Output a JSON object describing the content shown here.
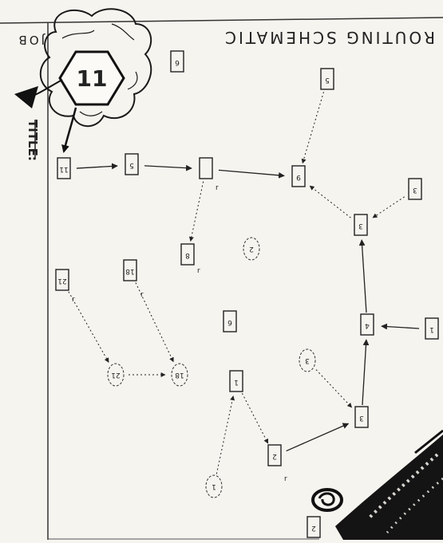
{
  "header": {
    "title": "ROUTING SCHEMATIC",
    "job_label": "JOB",
    "title_label": "TITLE:"
  },
  "callout": {
    "number": "11"
  },
  "nodes": [
    {
      "id": "a",
      "label": "6"
    },
    {
      "id": "b",
      "label": "5"
    },
    {
      "id": "c",
      "label": "11"
    },
    {
      "id": "d",
      "label": "5"
    },
    {
      "id": "e",
      "label": ""
    },
    {
      "id": "f",
      "label": "9"
    },
    {
      "id": "g",
      "label": "3"
    },
    {
      "id": "h",
      "label": "3"
    },
    {
      "id": "i",
      "label": "8"
    },
    {
      "id": "j",
      "label": "2"
    },
    {
      "id": "k",
      "label": "21"
    },
    {
      "id": "l",
      "label": "18"
    },
    {
      "id": "m",
      "label": "6"
    },
    {
      "id": "n",
      "label": "4"
    },
    {
      "id": "o",
      "label": "1"
    },
    {
      "id": "p",
      "label": "21"
    },
    {
      "id": "q",
      "label": "18"
    },
    {
      "id": "r",
      "label": "3"
    },
    {
      "id": "s",
      "label": "1"
    },
    {
      "id": "t",
      "label": "3"
    },
    {
      "id": "u",
      "label": "2"
    },
    {
      "id": "v",
      "label": "1"
    },
    {
      "id": "w",
      "label": "2"
    }
  ],
  "edges": [
    {
      "from": "c",
      "to": "d",
      "style": "solid"
    },
    {
      "from": "d",
      "to": "e",
      "style": "solid"
    },
    {
      "from": "e",
      "to": "f",
      "style": "solid"
    },
    {
      "from": "b",
      "to": "f",
      "style": "dotted"
    },
    {
      "from": "g",
      "to": "f",
      "style": "dotted"
    },
    {
      "from": "h",
      "to": "g",
      "style": "dotted"
    },
    {
      "from": "n",
      "to": "g",
      "style": "solid"
    },
    {
      "from": "s",
      "to": "n",
      "style": "solid"
    },
    {
      "from": "t",
      "to": "n",
      "style": "solid"
    },
    {
      "from": "r",
      "to": "t",
      "style": "dotted"
    },
    {
      "from": "u",
      "to": "t",
      "style": "solid"
    },
    {
      "from": "o",
      "to": "u",
      "style": "dotted"
    },
    {
      "from": "v",
      "to": "o",
      "style": "dotted"
    },
    {
      "from": "e",
      "to": "i",
      "style": "dotted"
    },
    {
      "from": "k",
      "to": "p",
      "style": "dotted"
    },
    {
      "from": "l",
      "to": "q",
      "style": "dotted"
    },
    {
      "from": "p",
      "to": "q",
      "style": "dotted"
    }
  ],
  "colors": {
    "paper": "#f6f4ef",
    "ink": "#222222"
  }
}
